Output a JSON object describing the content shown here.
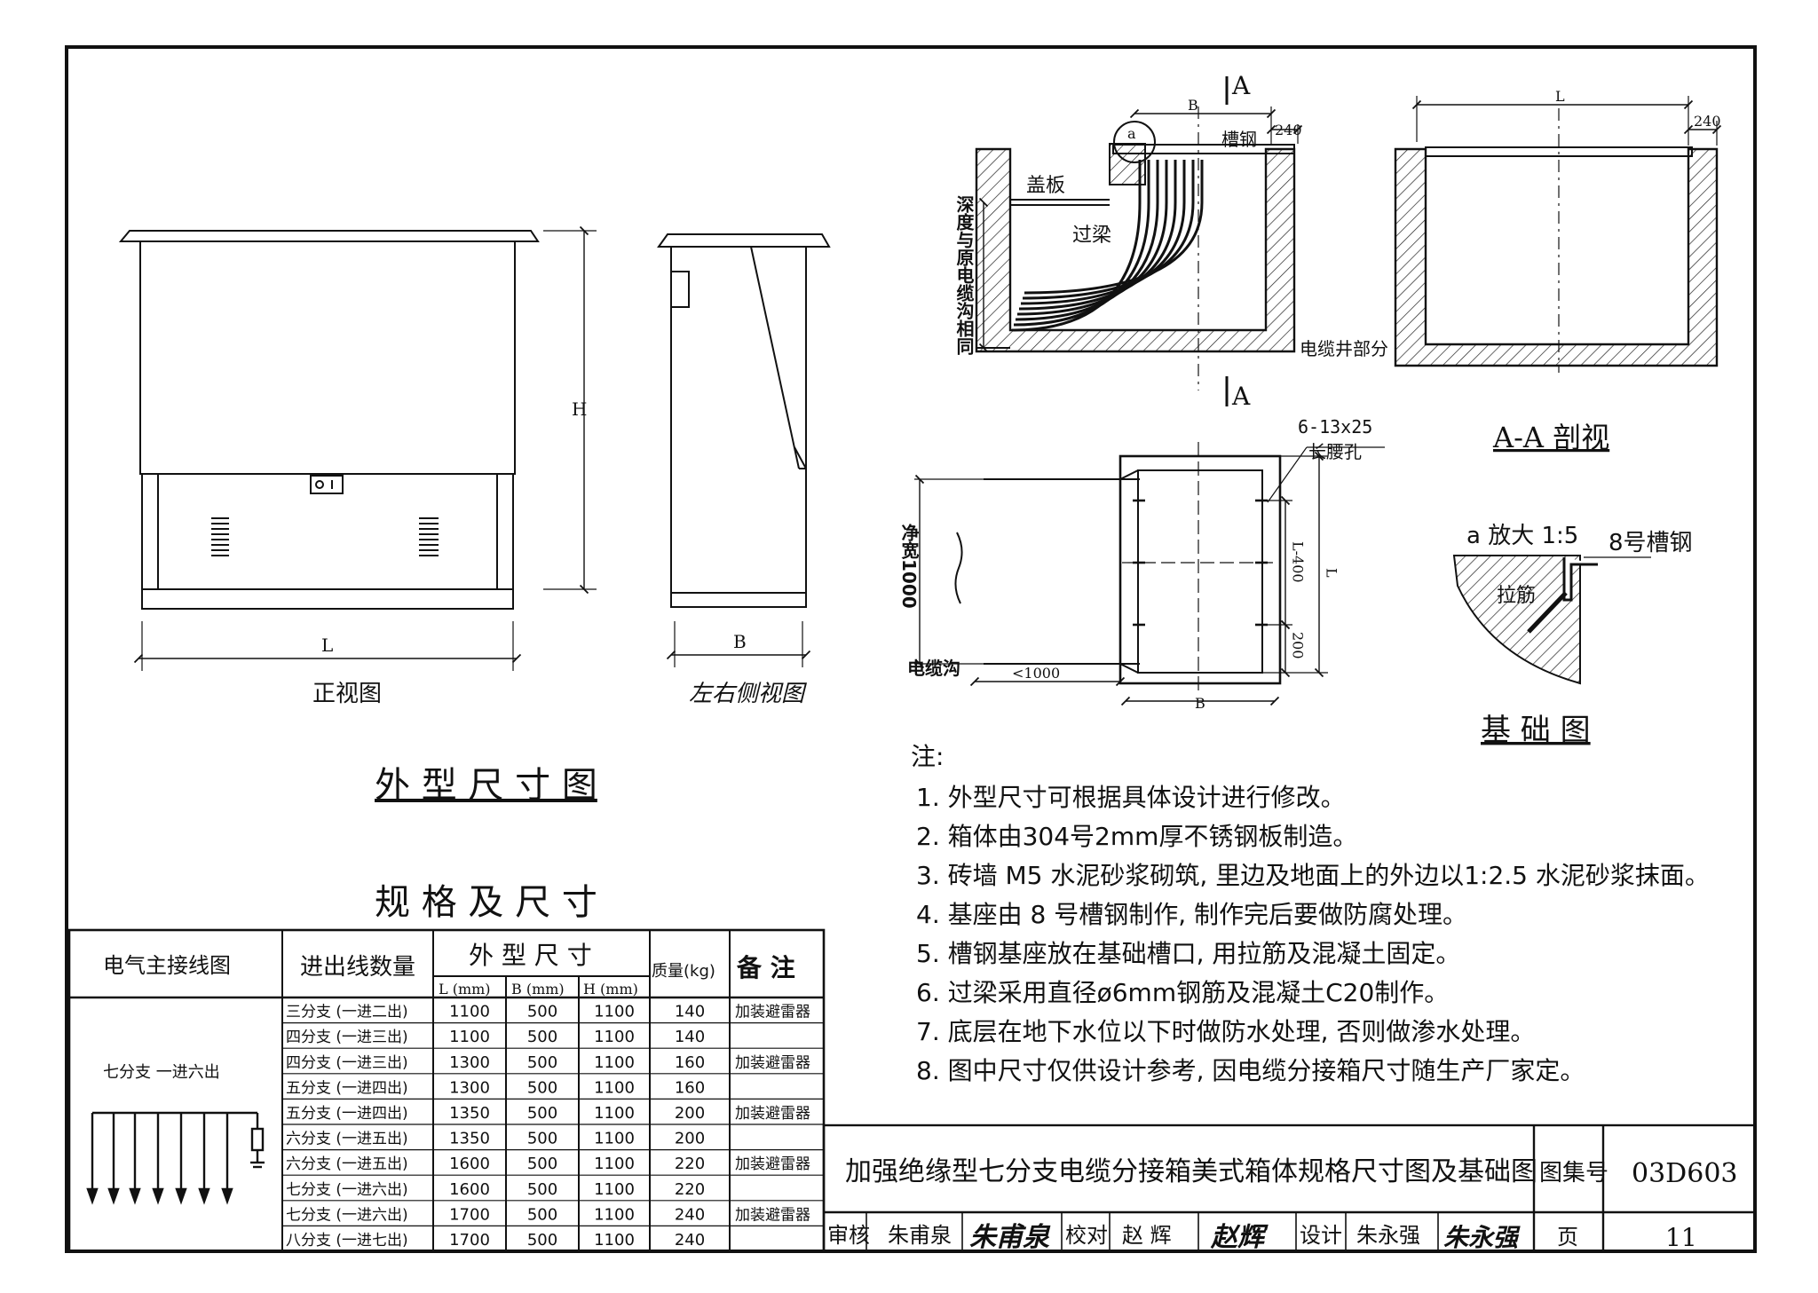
{
  "front_view": {
    "dim_h": "H",
    "dim_l": "L",
    "caption": "正视图"
  },
  "side_view": {
    "dim_b": "B",
    "caption": "左右侧视图"
  },
  "outline_title": "外 型 尺 寸 图",
  "section_view": {
    "marker_top": "A",
    "marker_bottom": "A",
    "dim_b": "B",
    "dim_240": "240",
    "label_channel_steel": "槽钢",
    "label_a": "a",
    "label_cover": "盖板",
    "label_beam": "过梁",
    "label_depth": "深度与原电缆沟相同",
    "label_well": "电缆井部分"
  },
  "aa_view": {
    "dim_l": "L",
    "dim_240": "240",
    "caption": "A-A 剖视"
  },
  "plan_view": {
    "label_holes_1": "6-13x25",
    "label_holes_2": "长腰孔",
    "label_width": "净宽1000",
    "label_trench": "电缆沟",
    "dim_1000": "<1000",
    "dim_b": "B",
    "dim_l": "L",
    "dim_l400": "L-400",
    "dim_200": "200"
  },
  "detail": {
    "label_scale": "a 放大 1:5",
    "label_channel": "8号槽钢",
    "label_rebar": "拉筋",
    "caption": "基 础 图"
  },
  "notes": {
    "heading": "注:",
    "items": [
      "1. 外型尺寸可根据具体设计进行修改。",
      "2. 箱体由304号2mm厚不锈钢板制造。",
      "3. 砖墙 M5 水泥砂浆砌筑, 里边及地面上的外边以1:2.5 水泥砂浆抹面。",
      "4. 基座由 8 号槽钢制作, 制作完后要做防腐处理。",
      "5. 槽钢基座放在基础槽口, 用拉筋及混凝土固定。",
      "6. 过梁采用直径ø6mm钢筋及混凝土C20制作。",
      "7. 底层在地下水位以下时做防水处理, 否则做渗水处理。",
      "8. 图中尺寸仅供设计参考, 因电缆分接箱尺寸随生产厂家定。"
    ]
  },
  "spec_table": {
    "title": "规 格 及 尺 寸",
    "headers": {
      "wiring": "电气主接线图",
      "count": "进出线数量",
      "dims": "外 型 尺 寸",
      "l": "L (mm)",
      "b": "B (mm)",
      "h": "H (mm)",
      "mass": "质量(kg)",
      "remark": "备 注"
    },
    "wiring_label": "七分支   一进六出",
    "rows": [
      {
        "count": "三分支 (一进二出)",
        "l": "1100",
        "b": "500",
        "h": "1100",
        "mass": "140",
        "remark": "加装避雷器"
      },
      {
        "count": "四分支 (一进三出)",
        "l": "1100",
        "b": "500",
        "h": "1100",
        "mass": "140",
        "remark": ""
      },
      {
        "count": "四分支 (一进三出)",
        "l": "1300",
        "b": "500",
        "h": "1100",
        "mass": "160",
        "remark": "加装避雷器"
      },
      {
        "count": "五分支 (一进四出)",
        "l": "1300",
        "b": "500",
        "h": "1100",
        "mass": "160",
        "remark": ""
      },
      {
        "count": "五分支 (一进四出)",
        "l": "1350",
        "b": "500",
        "h": "1100",
        "mass": "200",
        "remark": "加装避雷器"
      },
      {
        "count": "六分支 (一进五出)",
        "l": "1350",
        "b": "500",
        "h": "1100",
        "mass": "200",
        "remark": ""
      },
      {
        "count": "六分支 (一进五出)",
        "l": "1600",
        "b": "500",
        "h": "1100",
        "mass": "220",
        "remark": "加装避雷器"
      },
      {
        "count": "七分支 (一进六出)",
        "l": "1600",
        "b": "500",
        "h": "1100",
        "mass": "220",
        "remark": ""
      },
      {
        "count": "七分支 (一进六出)",
        "l": "1700",
        "b": "500",
        "h": "1100",
        "mass": "240",
        "remark": "加装避雷器"
      },
      {
        "count": "八分支 (一进七出)",
        "l": "1700",
        "b": "500",
        "h": "1100",
        "mass": "240",
        "remark": ""
      }
    ]
  },
  "title_block": {
    "title": "加强绝缘型七分支电缆分接箱美式箱体规格尺寸图及基础图",
    "atlas_label": "图集号",
    "atlas_no": "03D603",
    "review_label": "审核",
    "review_name": "朱甫泉",
    "review_sign": "朱甫泉",
    "check_label": "校对",
    "check_name": "赵  辉",
    "check_sign": "赵辉",
    "design_label": "设计",
    "design_name": "朱永强",
    "design_sign": "朱永强",
    "page_label": "页",
    "page_no": "11"
  }
}
